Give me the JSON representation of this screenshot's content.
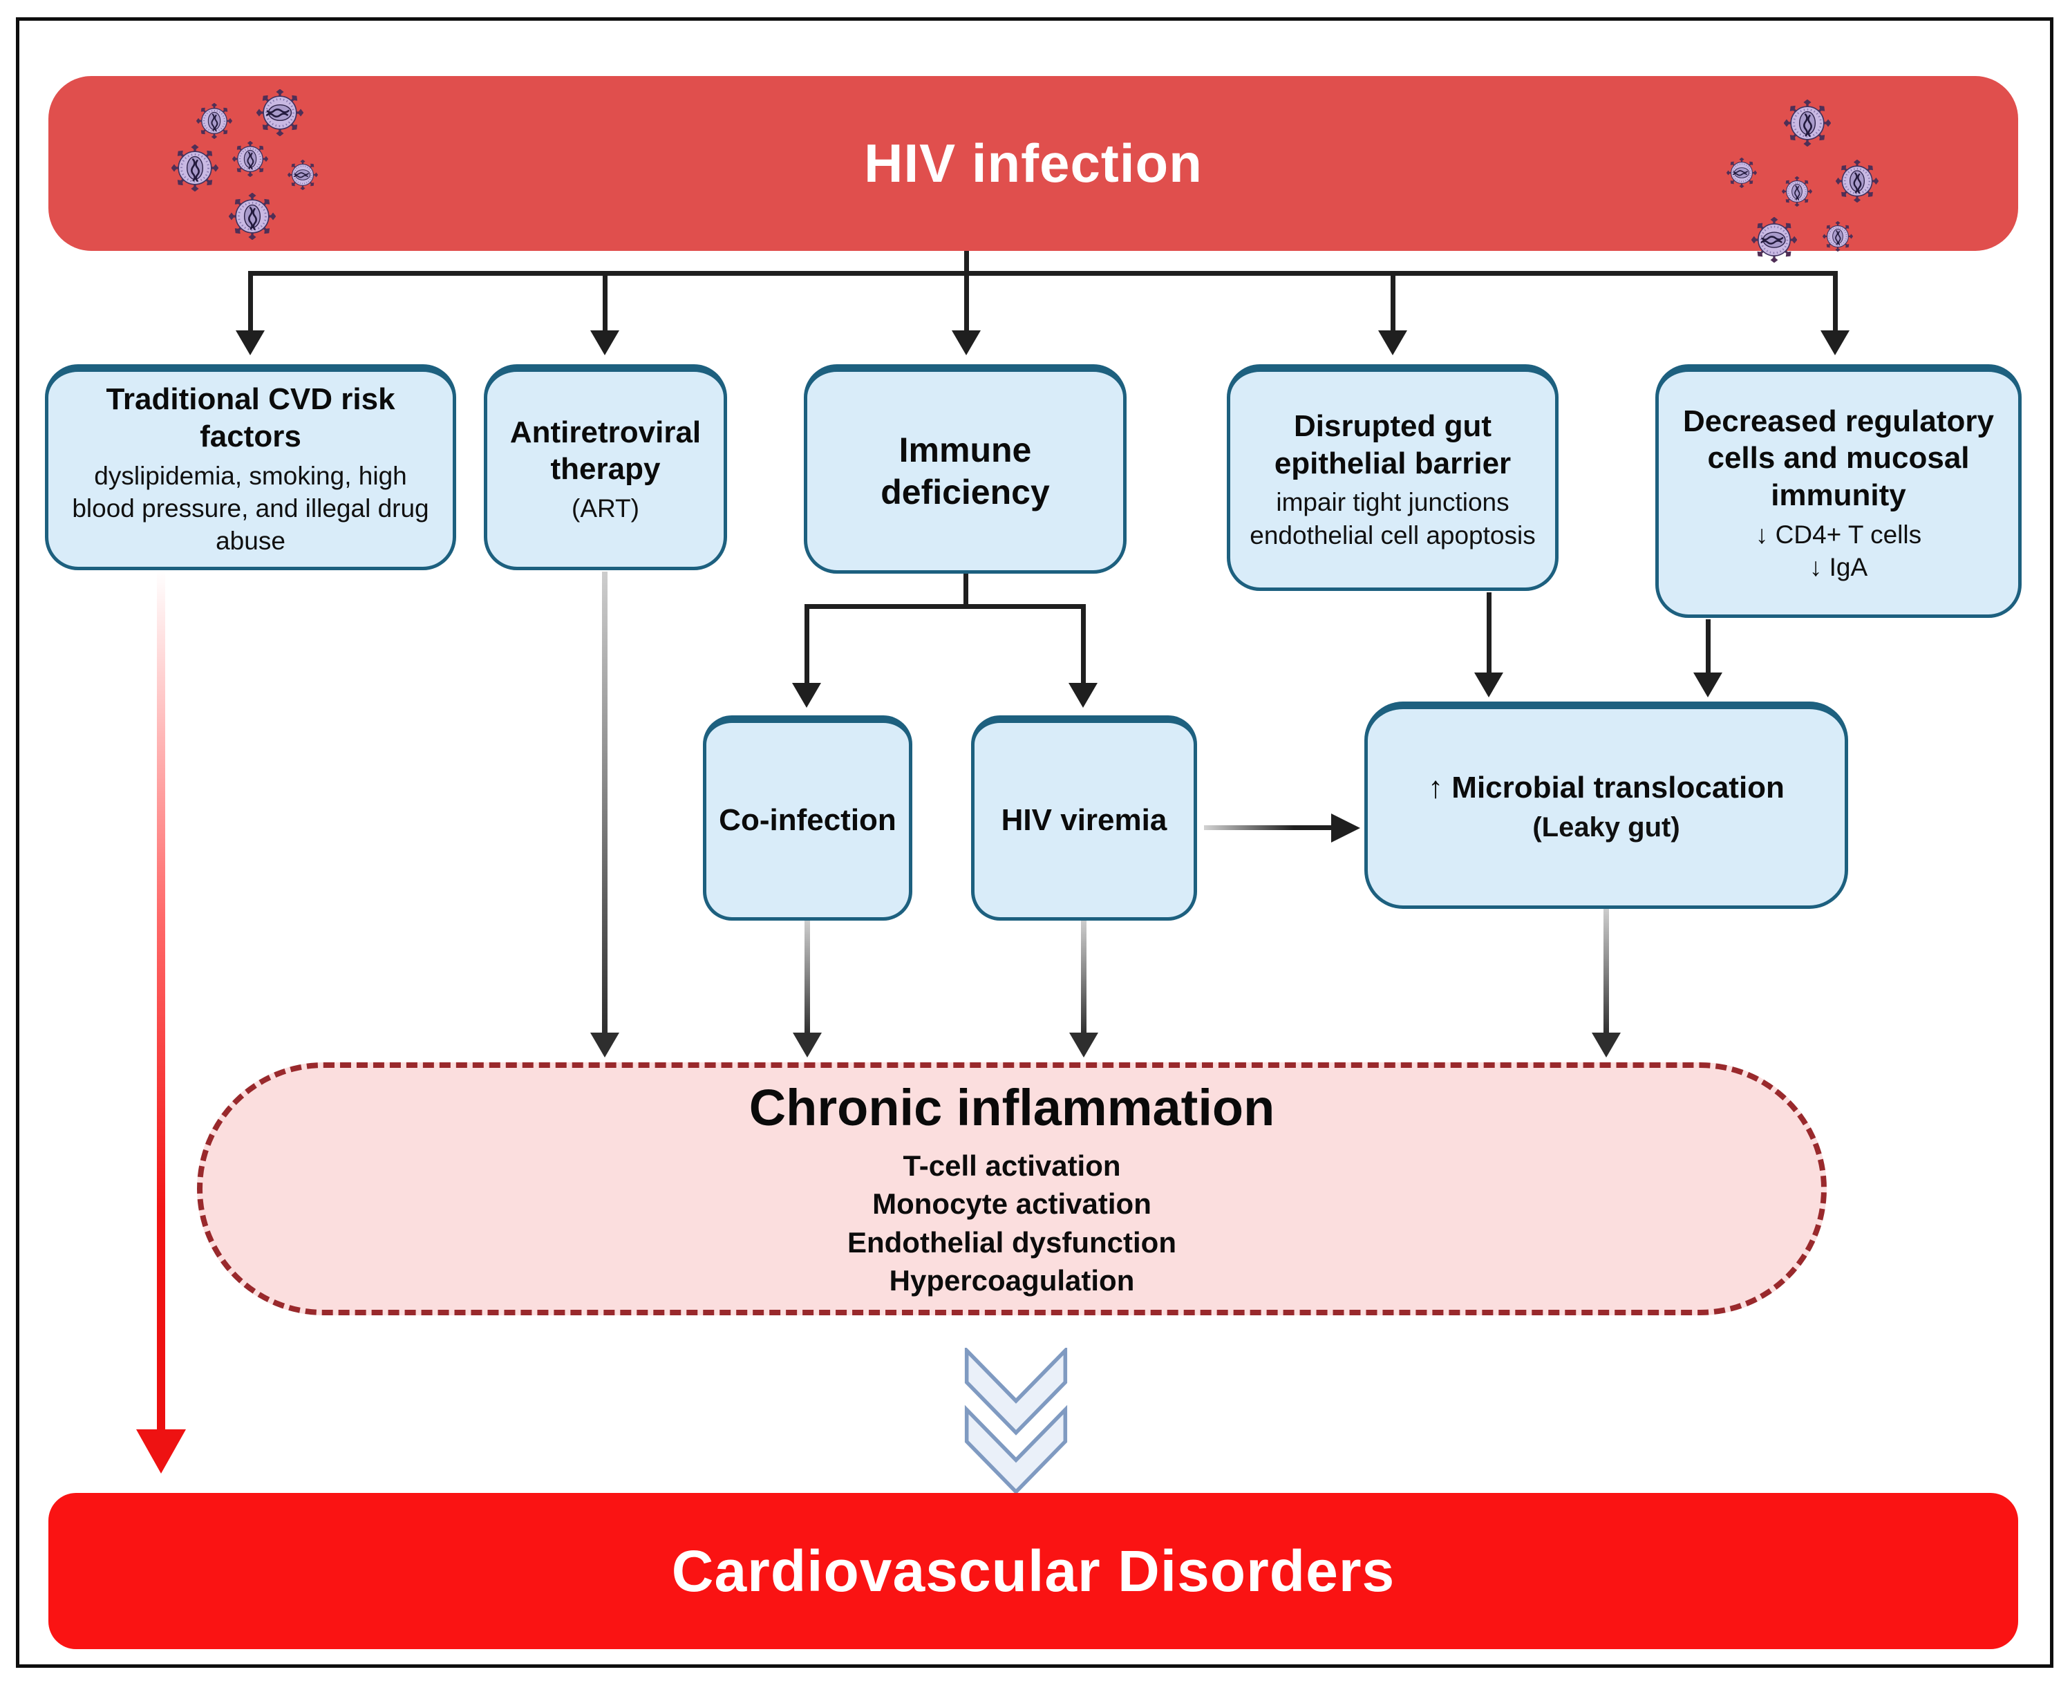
{
  "colors": {
    "top_banner_red": "#e04f4d",
    "bottom_banner_red": "#fa1313",
    "box_fill_blue": "#d9ecf9",
    "box_border_teal": "#1d607f",
    "chronic_fill_pink": "#fbdede",
    "chronic_border_darkred": "#99292c",
    "red_arrow": "#ee1212",
    "dark_arrow": "#2e2e2e",
    "chevron_fill": "#eaf0f9",
    "chevron_stroke": "#7f9ac1"
  },
  "top_banner": {
    "label": "HIV infection"
  },
  "boxes": {
    "cvd": {
      "title": "Traditional CVD risk factors",
      "subtitle": "dyslipidemia, smoking, high blood pressure, and illegal drug abuse"
    },
    "art": {
      "title": "Antiretroviral therapy",
      "subtitle": "(ART)"
    },
    "immune": {
      "title": "Immune deficiency"
    },
    "gut": {
      "title": "Disrupted gut epithelial barrier",
      "line1": "impair tight junctions",
      "line2": "endothelial cell apoptosis"
    },
    "regulatory": {
      "title": "Decreased regulatory cells and mucosal immunity",
      "line1": "↓ CD4+ T cells",
      "line2": "↓ IgA"
    },
    "coinfection": {
      "title": "Co-infection"
    },
    "viremia": {
      "title": "HIV viremia"
    },
    "microbial": {
      "title": "↑ Microbial translocation",
      "subtitle": "(Leaky gut)"
    }
  },
  "chronic": {
    "title": "Chronic inflammation",
    "items": [
      "T-cell activation",
      "Monocyte activation",
      "Endothelial dysfunction",
      "Hypercoagulation"
    ]
  },
  "bottom_banner": {
    "label": "Cardiovascular Disorders"
  }
}
